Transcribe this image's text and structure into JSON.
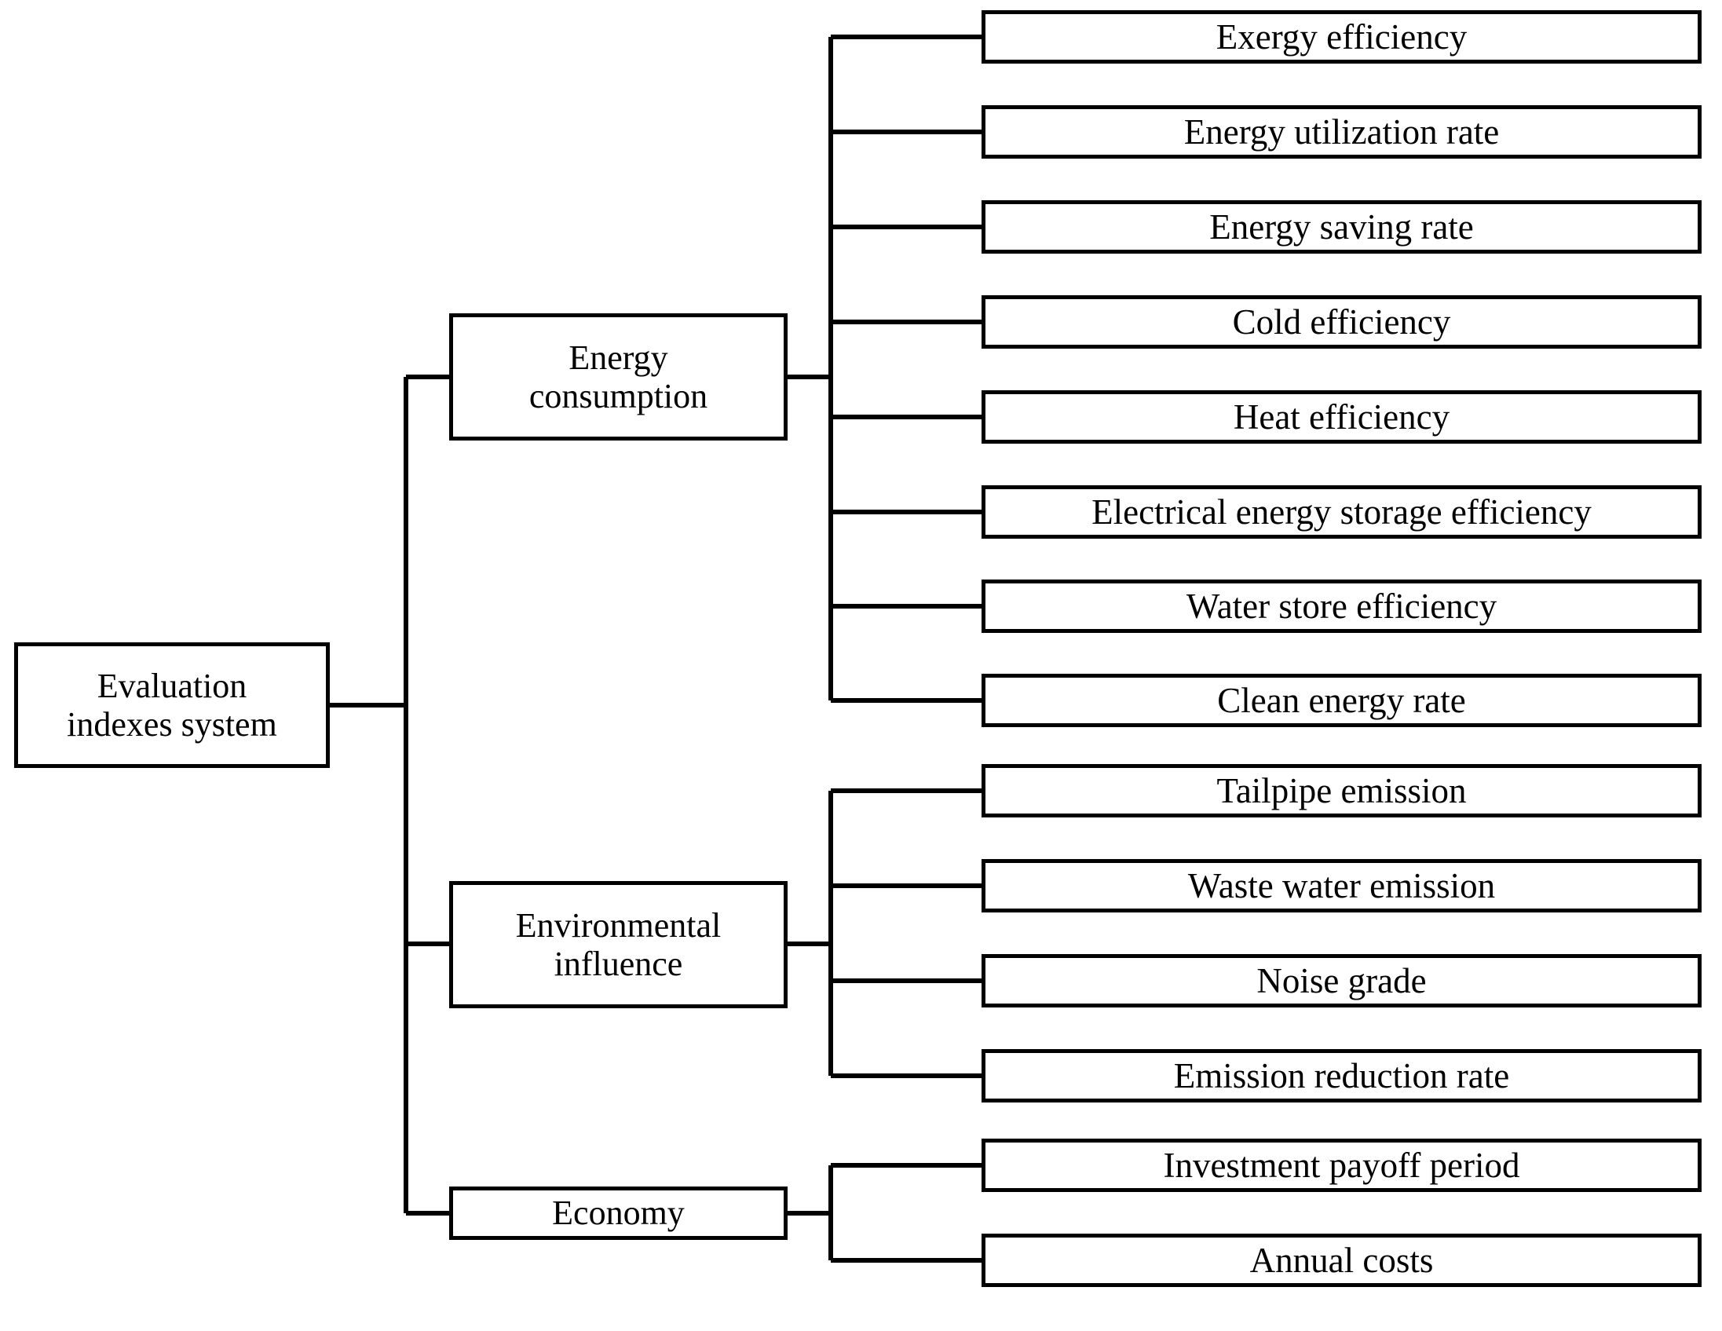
{
  "diagram": {
    "title": "Evaluation indexes system",
    "orientation": "left-to-right",
    "style": {
      "background": "#ffffff",
      "box_border_color": "#000000",
      "box_fill": "#ffffff",
      "connector_color": "#000000"
    },
    "root": {
      "label": "Evaluation\nindexes system",
      "line1": "Evaluation",
      "line2": "indexes system"
    },
    "branches": [
      {
        "id": "energy-consumption",
        "line1": "Energy",
        "line2": "consumption",
        "label": "Energy consumption",
        "leaves": [
          {
            "id": "exergy-efficiency",
            "label": "Exergy efficiency"
          },
          {
            "id": "energy-utilization-rate",
            "label": "Energy utilization rate"
          },
          {
            "id": "energy-saving-rate",
            "label": "Energy saving rate"
          },
          {
            "id": "cold-efficiency",
            "label": "Cold efficiency"
          },
          {
            "id": "heat-efficiency",
            "label": "Heat efficiency"
          },
          {
            "id": "electrical-energy-storage-efficiency",
            "label": "Electrical energy storage efficiency"
          },
          {
            "id": "water-store-efficiency",
            "label": "Water store efficiency"
          },
          {
            "id": "clean-energy-rate",
            "label": "Clean energy rate"
          }
        ]
      },
      {
        "id": "environmental-influence",
        "line1": "Environmental",
        "line2": "influence",
        "label": "Environmental influence",
        "leaves": [
          {
            "id": "tailpipe-emission",
            "label": "Tailpipe emission"
          },
          {
            "id": "waste-water-emission",
            "label": "Waste water emission"
          },
          {
            "id": "noise-grade",
            "label": "Noise grade"
          },
          {
            "id": "emission-reduction-rate",
            "label": "Emission reduction rate"
          }
        ]
      },
      {
        "id": "economy",
        "line1": "Economy",
        "line2": "",
        "label": "Economy",
        "leaves": [
          {
            "id": "investment-payoff-period",
            "label": "Investment payoff period"
          },
          {
            "id": "annual-costs",
            "label": "Annual costs"
          }
        ]
      }
    ]
  }
}
